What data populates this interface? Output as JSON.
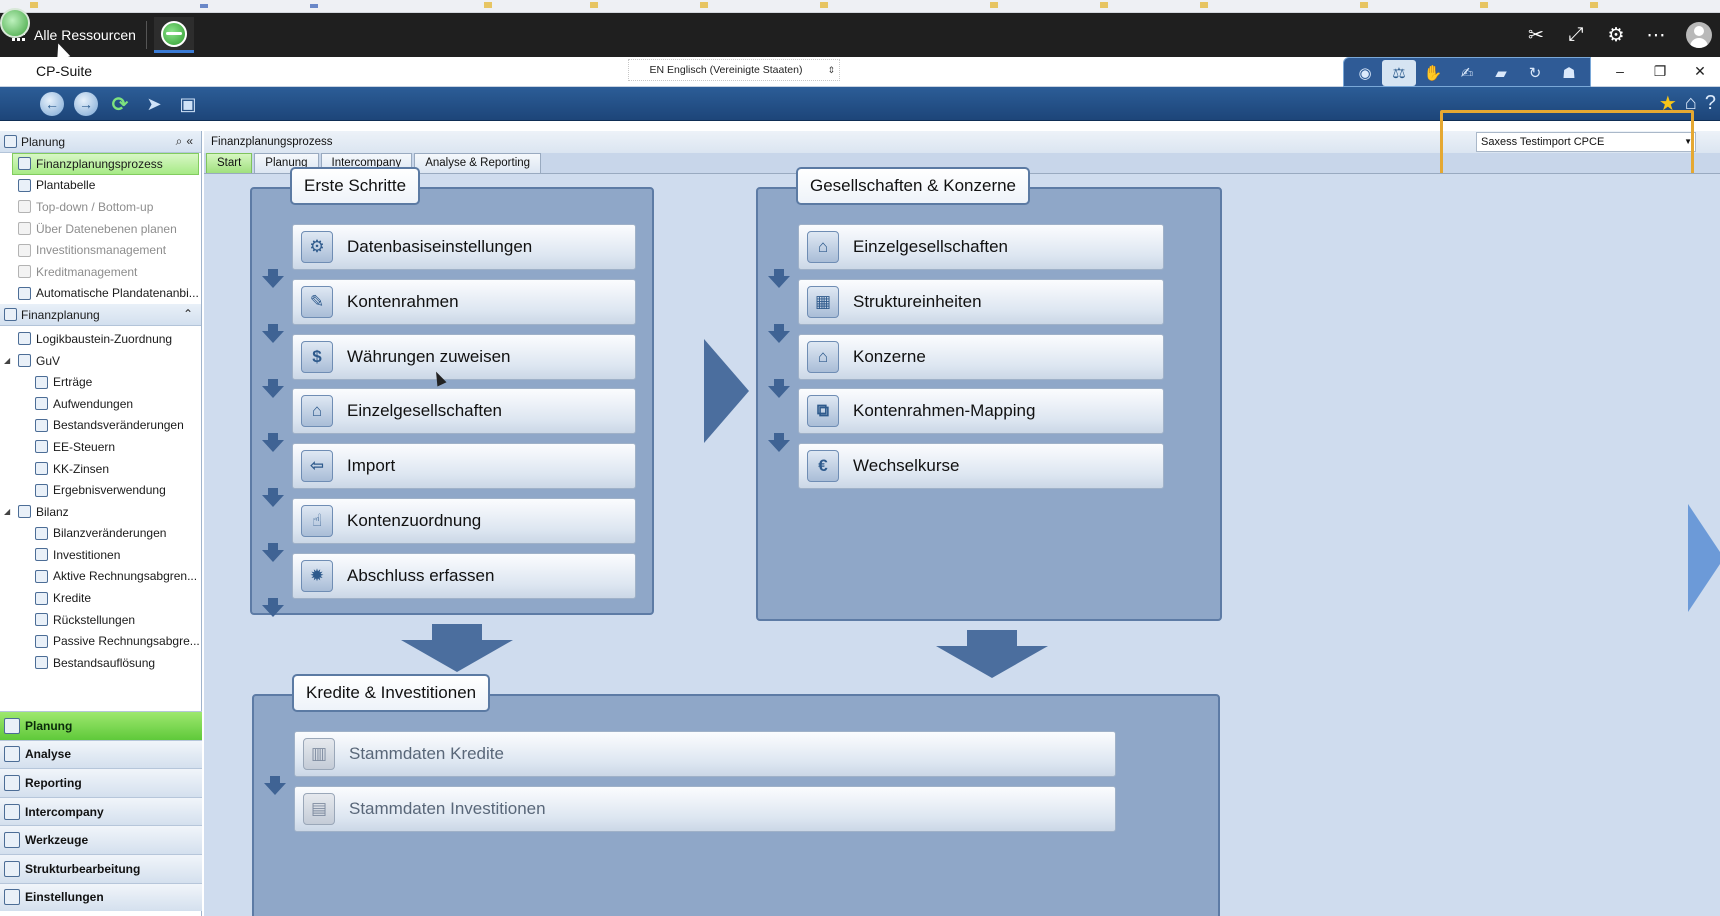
{
  "shell": {
    "all_resources": "Alle Ressourcen",
    "icons": [
      "pin-off-icon",
      "expand-icon",
      "gear-icon",
      "more-icon",
      "avatar-icon"
    ]
  },
  "window": {
    "title": "CP-Suite",
    "language": "EN Englisch (Vereinigte Staaten)"
  },
  "sidebar": {
    "header": "Planung",
    "items": [
      {
        "label": "Finanzplanungsprozess",
        "state": "selected"
      },
      {
        "label": "Plantabelle",
        "state": "enabled"
      },
      {
        "label": "Top-down / Bottom-up",
        "state": "disabled"
      },
      {
        "label": "Über Datenebenen planen",
        "state": "disabled"
      },
      {
        "label": "Investitionsmanagement",
        "state": "disabled"
      },
      {
        "label": "Kreditmanagement",
        "state": "disabled"
      },
      {
        "label": "Automatische Plandatenanbi...",
        "state": "enabled"
      }
    ],
    "section2": "Finanzplanung",
    "tree": [
      {
        "label": "Logikbaustein-Zuordnung",
        "level": 1
      },
      {
        "label": "GuV",
        "level": 1,
        "expanded": true
      },
      {
        "label": "Erträge",
        "level": 2
      },
      {
        "label": "Aufwendungen",
        "level": 2
      },
      {
        "label": "Bestandsveränderungen",
        "level": 2
      },
      {
        "label": "EE-Steuern",
        "level": 2
      },
      {
        "label": "KK-Zinsen",
        "level": 2
      },
      {
        "label": "Ergebnisverwendung",
        "level": 2
      },
      {
        "label": "Bilanz",
        "level": 1,
        "expanded": true
      },
      {
        "label": "Bilanzveränderungen",
        "level": 2
      },
      {
        "label": "Investitionen",
        "level": 2
      },
      {
        "label": "Aktive Rechnungsabgren...",
        "level": 2
      },
      {
        "label": "Kredite",
        "level": 2
      },
      {
        "label": "Rückstellungen",
        "level": 2
      },
      {
        "label": "Passive Rechnungsabgre...",
        "level": 2
      },
      {
        "label": "Bestandsauflösung",
        "level": 2
      }
    ],
    "nav": [
      {
        "label": "Planung",
        "active": true
      },
      {
        "label": "Analyse",
        "active": false
      },
      {
        "label": "Reporting",
        "active": false
      },
      {
        "label": "Intercompany",
        "active": false
      },
      {
        "label": "Werkzeuge",
        "active": false
      },
      {
        "label": "Strukturbearbeitung",
        "active": false
      },
      {
        "label": "Einstellungen",
        "active": false
      }
    ]
  },
  "main": {
    "breadcrumb": "Finanzplanungsprozess",
    "company_select": "Saxess Testimport CPCE",
    "tabs": [
      "Start",
      "Planung",
      "Intercompany",
      "Analyse & Reporting"
    ],
    "active_tab": "Start",
    "panels": {
      "erste_schritte": {
        "title": "Erste Schritte",
        "buttons": [
          "Datenbasiseinstellungen",
          "Kontenrahmen",
          "Währungen zuweisen",
          "Einzelgesellschaften",
          "Import",
          "Kontenzuordnung",
          "Abschluss erfassen"
        ]
      },
      "gesellschaften": {
        "title": "Gesellschaften & Konzerne",
        "buttons": [
          "Einzelgesellschaften",
          "Struktureinheiten",
          "Konzerne",
          "Kontenrahmen-Mapping",
          "Wechselkurse"
        ]
      },
      "kredite": {
        "title": "Kredite & Investitionen",
        "buttons": [
          "Stammdaten Kredite",
          "Stammdaten Investitionen"
        ]
      }
    }
  },
  "colors": {
    "accent": "#e5a832",
    "ribbon": "#2c5d97",
    "active_green": "#5fc93a"
  }
}
